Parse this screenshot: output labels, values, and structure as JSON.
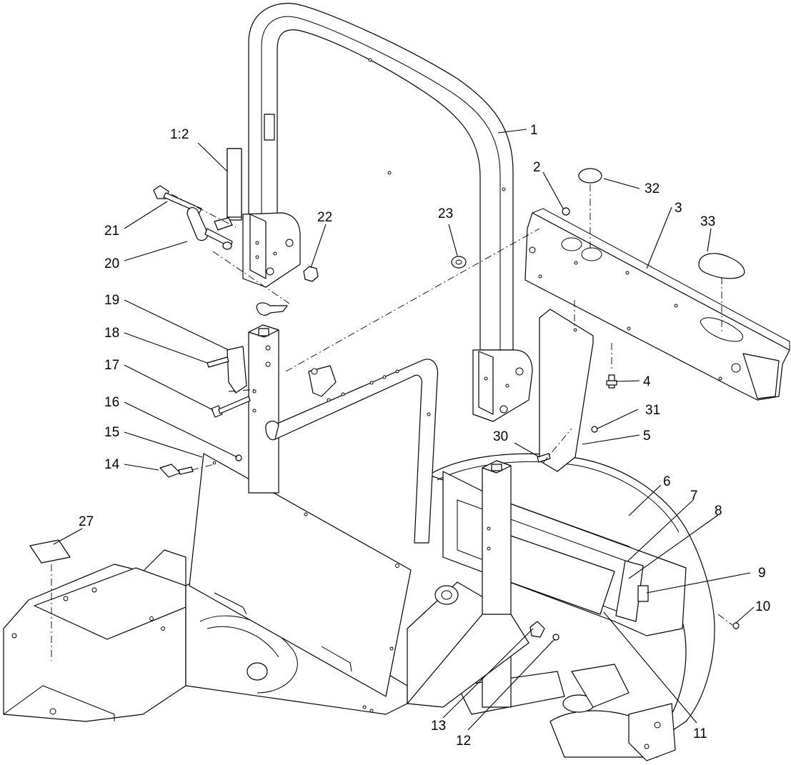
{
  "diagram": {
    "callouts": [
      {
        "id": "c1",
        "label": "1"
      },
      {
        "id": "c1-2",
        "label": "1:2"
      },
      {
        "id": "c2",
        "label": "2"
      },
      {
        "id": "c3",
        "label": "3"
      },
      {
        "id": "c4",
        "label": "4"
      },
      {
        "id": "c5",
        "label": "5"
      },
      {
        "id": "c6",
        "label": "6"
      },
      {
        "id": "c7",
        "label": "7"
      },
      {
        "id": "c8",
        "label": "8"
      },
      {
        "id": "c9",
        "label": "9"
      },
      {
        "id": "c10",
        "label": "10"
      },
      {
        "id": "c11",
        "label": "11"
      },
      {
        "id": "c12",
        "label": "12"
      },
      {
        "id": "c13",
        "label": "13"
      },
      {
        "id": "c14",
        "label": "14"
      },
      {
        "id": "c15",
        "label": "15"
      },
      {
        "id": "c16",
        "label": "16"
      },
      {
        "id": "c17",
        "label": "17"
      },
      {
        "id": "c18",
        "label": "18"
      },
      {
        "id": "c19",
        "label": "19"
      },
      {
        "id": "c20",
        "label": "20"
      },
      {
        "id": "c21",
        "label": "21"
      },
      {
        "id": "c22",
        "label": "22"
      },
      {
        "id": "c23",
        "label": "23"
      },
      {
        "id": "c27",
        "label": "27"
      },
      {
        "id": "c30",
        "label": "30"
      },
      {
        "id": "c31",
        "label": "31"
      },
      {
        "id": "c32",
        "label": "32"
      },
      {
        "id": "c33",
        "label": "33"
      }
    ]
  }
}
